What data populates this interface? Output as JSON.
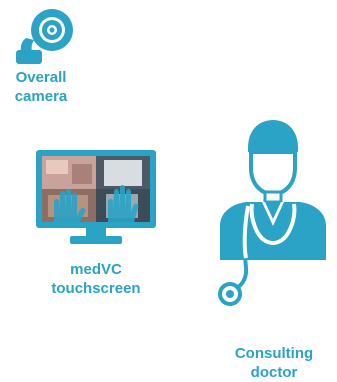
{
  "accent_color": "#2aa3c6",
  "nodes": {
    "camera": {
      "icon": "webcam-icon",
      "label_lines": [
        "Overall",
        "camera"
      ]
    },
    "touchscreen": {
      "icon": "monitor-touch-icon",
      "label_lines": [
        "medVC",
        "touchscreen"
      ]
    },
    "doctor": {
      "icon": "doctor-stethoscope-icon",
      "label_lines": [
        "Consulting",
        "doctor"
      ]
    }
  }
}
